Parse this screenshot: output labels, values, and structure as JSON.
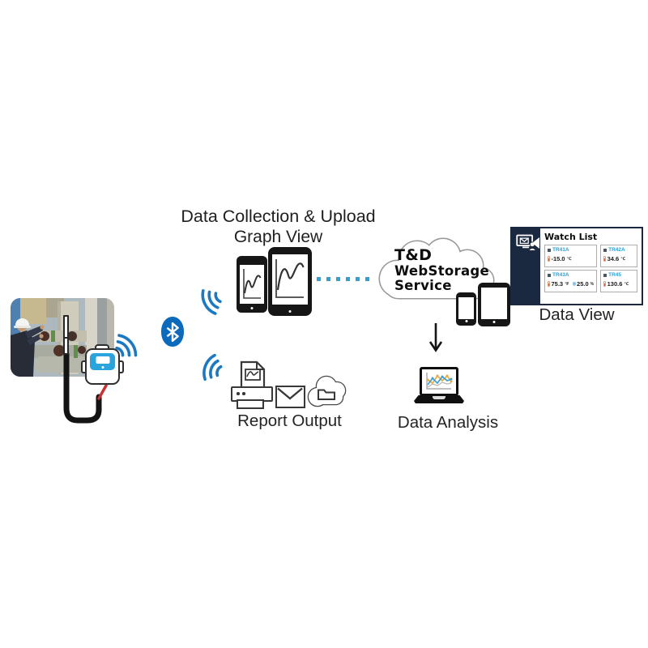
{
  "labels": {
    "collection_title_line1": "Data Collection & Upload",
    "collection_title_line2": "Graph View",
    "data_view": "Data View",
    "data_analysis": "Data Analysis",
    "report_output": "Report Output"
  },
  "cloud": {
    "line1": "T&D",
    "line2": "WebStorage",
    "line3": "Service"
  },
  "watchlist": {
    "title": "Watch List",
    "cards": [
      {
        "name": "TR41A",
        "readings": [
          {
            "value": "-15.0",
            "unit": "℃"
          }
        ]
      },
      {
        "name": "TR42A",
        "readings": [
          {
            "value": "34.6",
            "unit": "℃"
          }
        ]
      },
      {
        "name": "TR43A",
        "readings": [
          {
            "value": "75.3",
            "unit": "℉"
          },
          {
            "value": "25.0",
            "unit": "%"
          }
        ]
      },
      {
        "name": "TR45",
        "readings": [
          {
            "value": "130.6",
            "unit": "℃"
          }
        ]
      }
    ]
  },
  "icons": {
    "bluetooth-icon": "blue oval badge with white bluetooth rune",
    "wireless-signal-icon": "three blue concentric arcs",
    "smartphone-graph-icon": "black phone showing line graph",
    "tablet-graph-icon": "black tablet showing line graph",
    "webstorage-cloud": "outlined cloud shape with service name",
    "smartphone-icon": "black smartphone",
    "tablet-icon": "black tablet",
    "monitor-mail-user-icon": "white monitor with envelope and person silhouette",
    "thermometer-icon": "red mini thermometer",
    "humidity-icon": "blue droplet",
    "down-arrow-icon": "black downward arrow",
    "laptop-analysis-icon": "laptop with multi-series line chart",
    "printer-report-icon": "printer with graph document",
    "envelope-icon": "outlined envelope",
    "cloud-folder-icon": "cloud containing folder",
    "data-logger-icon": "blue-screen wireless data logger with probe cable",
    "industrial-site-photo": "worker in hard hat at pipe valves"
  },
  "colors": {
    "accent_blue": "#1b79c4",
    "bluetooth_blue": "#0c6abc",
    "logger_screen_blue": "#2ba4de",
    "dotted_line_blue": "#2f9fd4",
    "navy_panel": "#1b2940",
    "channel_cyan": "#2aa0d2",
    "chart_orange": "#eda73b",
    "chart_blue": "#3aa0d8",
    "cloud_outline_gray": "#999999",
    "text_dark": "#222222"
  }
}
